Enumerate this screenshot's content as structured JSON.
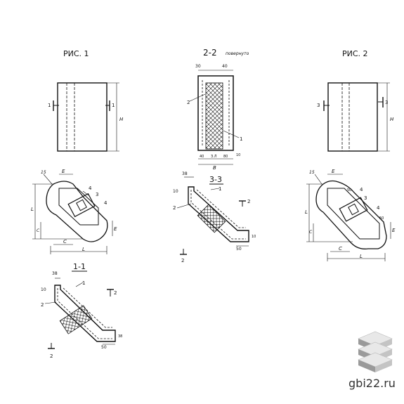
{
  "figures": {
    "fig1_title": "РИС. 1",
    "fig2_title": "РИС. 2",
    "sec22_title": "2-2",
    "sec22_note": "повернуто",
    "sec33_title": "3-3",
    "sec11_title": "1-1"
  },
  "fig1": {
    "cut_label_left": "1",
    "cut_label_right": "1",
    "height_label": "H",
    "plan_dims": {
      "r": "15",
      "e": "E",
      "l": "L",
      "c": "C",
      "n4": "4",
      "n3": "3",
      "n4b": "4"
    }
  },
  "fig2": {
    "cut_label_left": "3",
    "cut_label_right": "3",
    "height_label": "H",
    "plan_dims": {
      "r": "15",
      "e": "E",
      "l": "L",
      "c": "C",
      "n4": "4",
      "n3": "3",
      "n4b": "4",
      "d50": "50"
    }
  },
  "sec22": {
    "top_left": "30",
    "top_right": "40",
    "label_2": "2",
    "label_1": "1",
    "bottom_1": "40",
    "bottom_2": "З.Л",
    "bottom_3": "80",
    "bottom_b": "B",
    "side": "10"
  },
  "sec33": {
    "d38": "38",
    "d10": "10",
    "label_1": "1",
    "label_2": "2",
    "cut_2": "2",
    "cut_2b": "2",
    "d50": "50",
    "d10b": "10"
  },
  "sec11": {
    "d38": "38",
    "d10": "10",
    "label_1": "1",
    "label_2": "2",
    "cut_2": "2",
    "cut_2b": "2",
    "d50": "50",
    "d38b": "38"
  },
  "logo": {
    "text": "gbi22.ru",
    "icon": "stacked-slabs-icon"
  }
}
